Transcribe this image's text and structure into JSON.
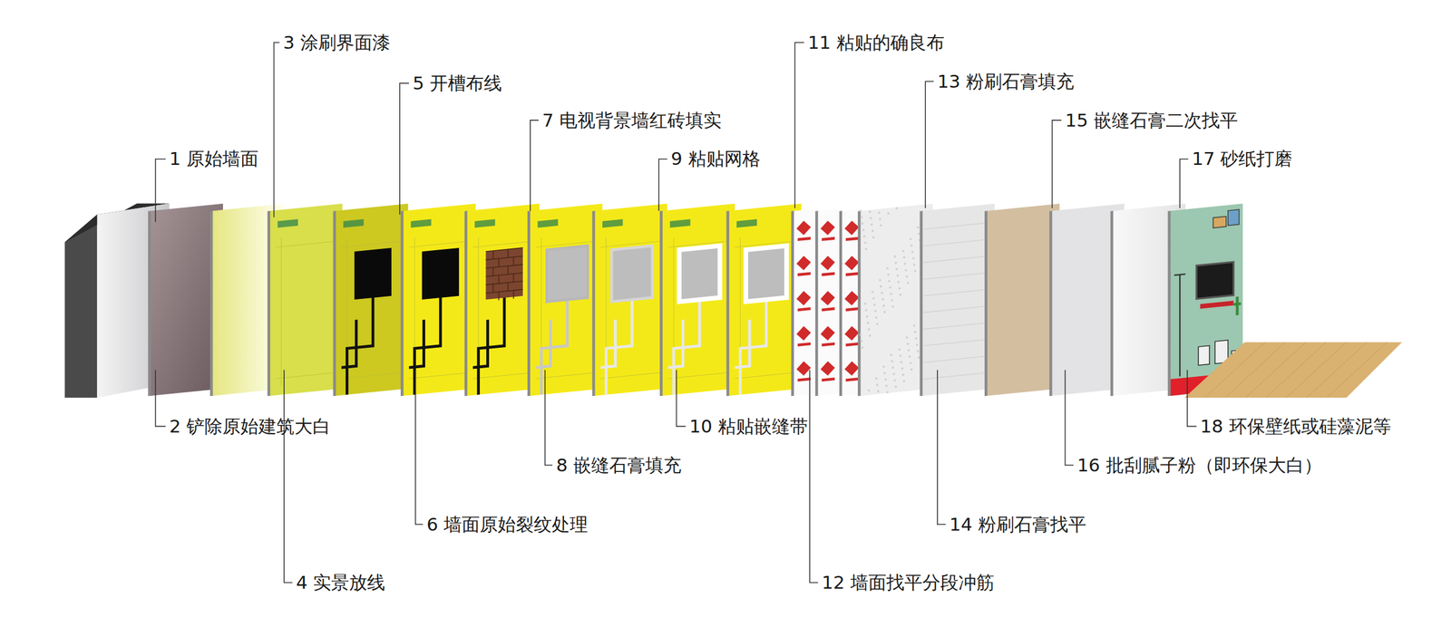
{
  "diagram": {
    "labels": [
      "1 原始墙面",
      "2 铲除原始建筑大白",
      "3 涂刷界面漆",
      "4 实景放线",
      "5 开槽布线",
      "6 墙面原始裂纹处理",
      "7 电视背景墙红砖填实",
      "8 嵌缝石膏填充",
      "9 粘贴网格",
      "10 粘贴嵌缝带",
      "11 粘贴的确良布",
      "12 墙面找平分段冲筋",
      "13 粉刷石膏填充",
      "14 粉刷石膏找平",
      "15 嵌缝石膏二次找平",
      "16 批刮腻子粉（即环保大白）",
      "17 砂纸打磨",
      "18 环保壁纸或硅藻泥等"
    ]
  }
}
